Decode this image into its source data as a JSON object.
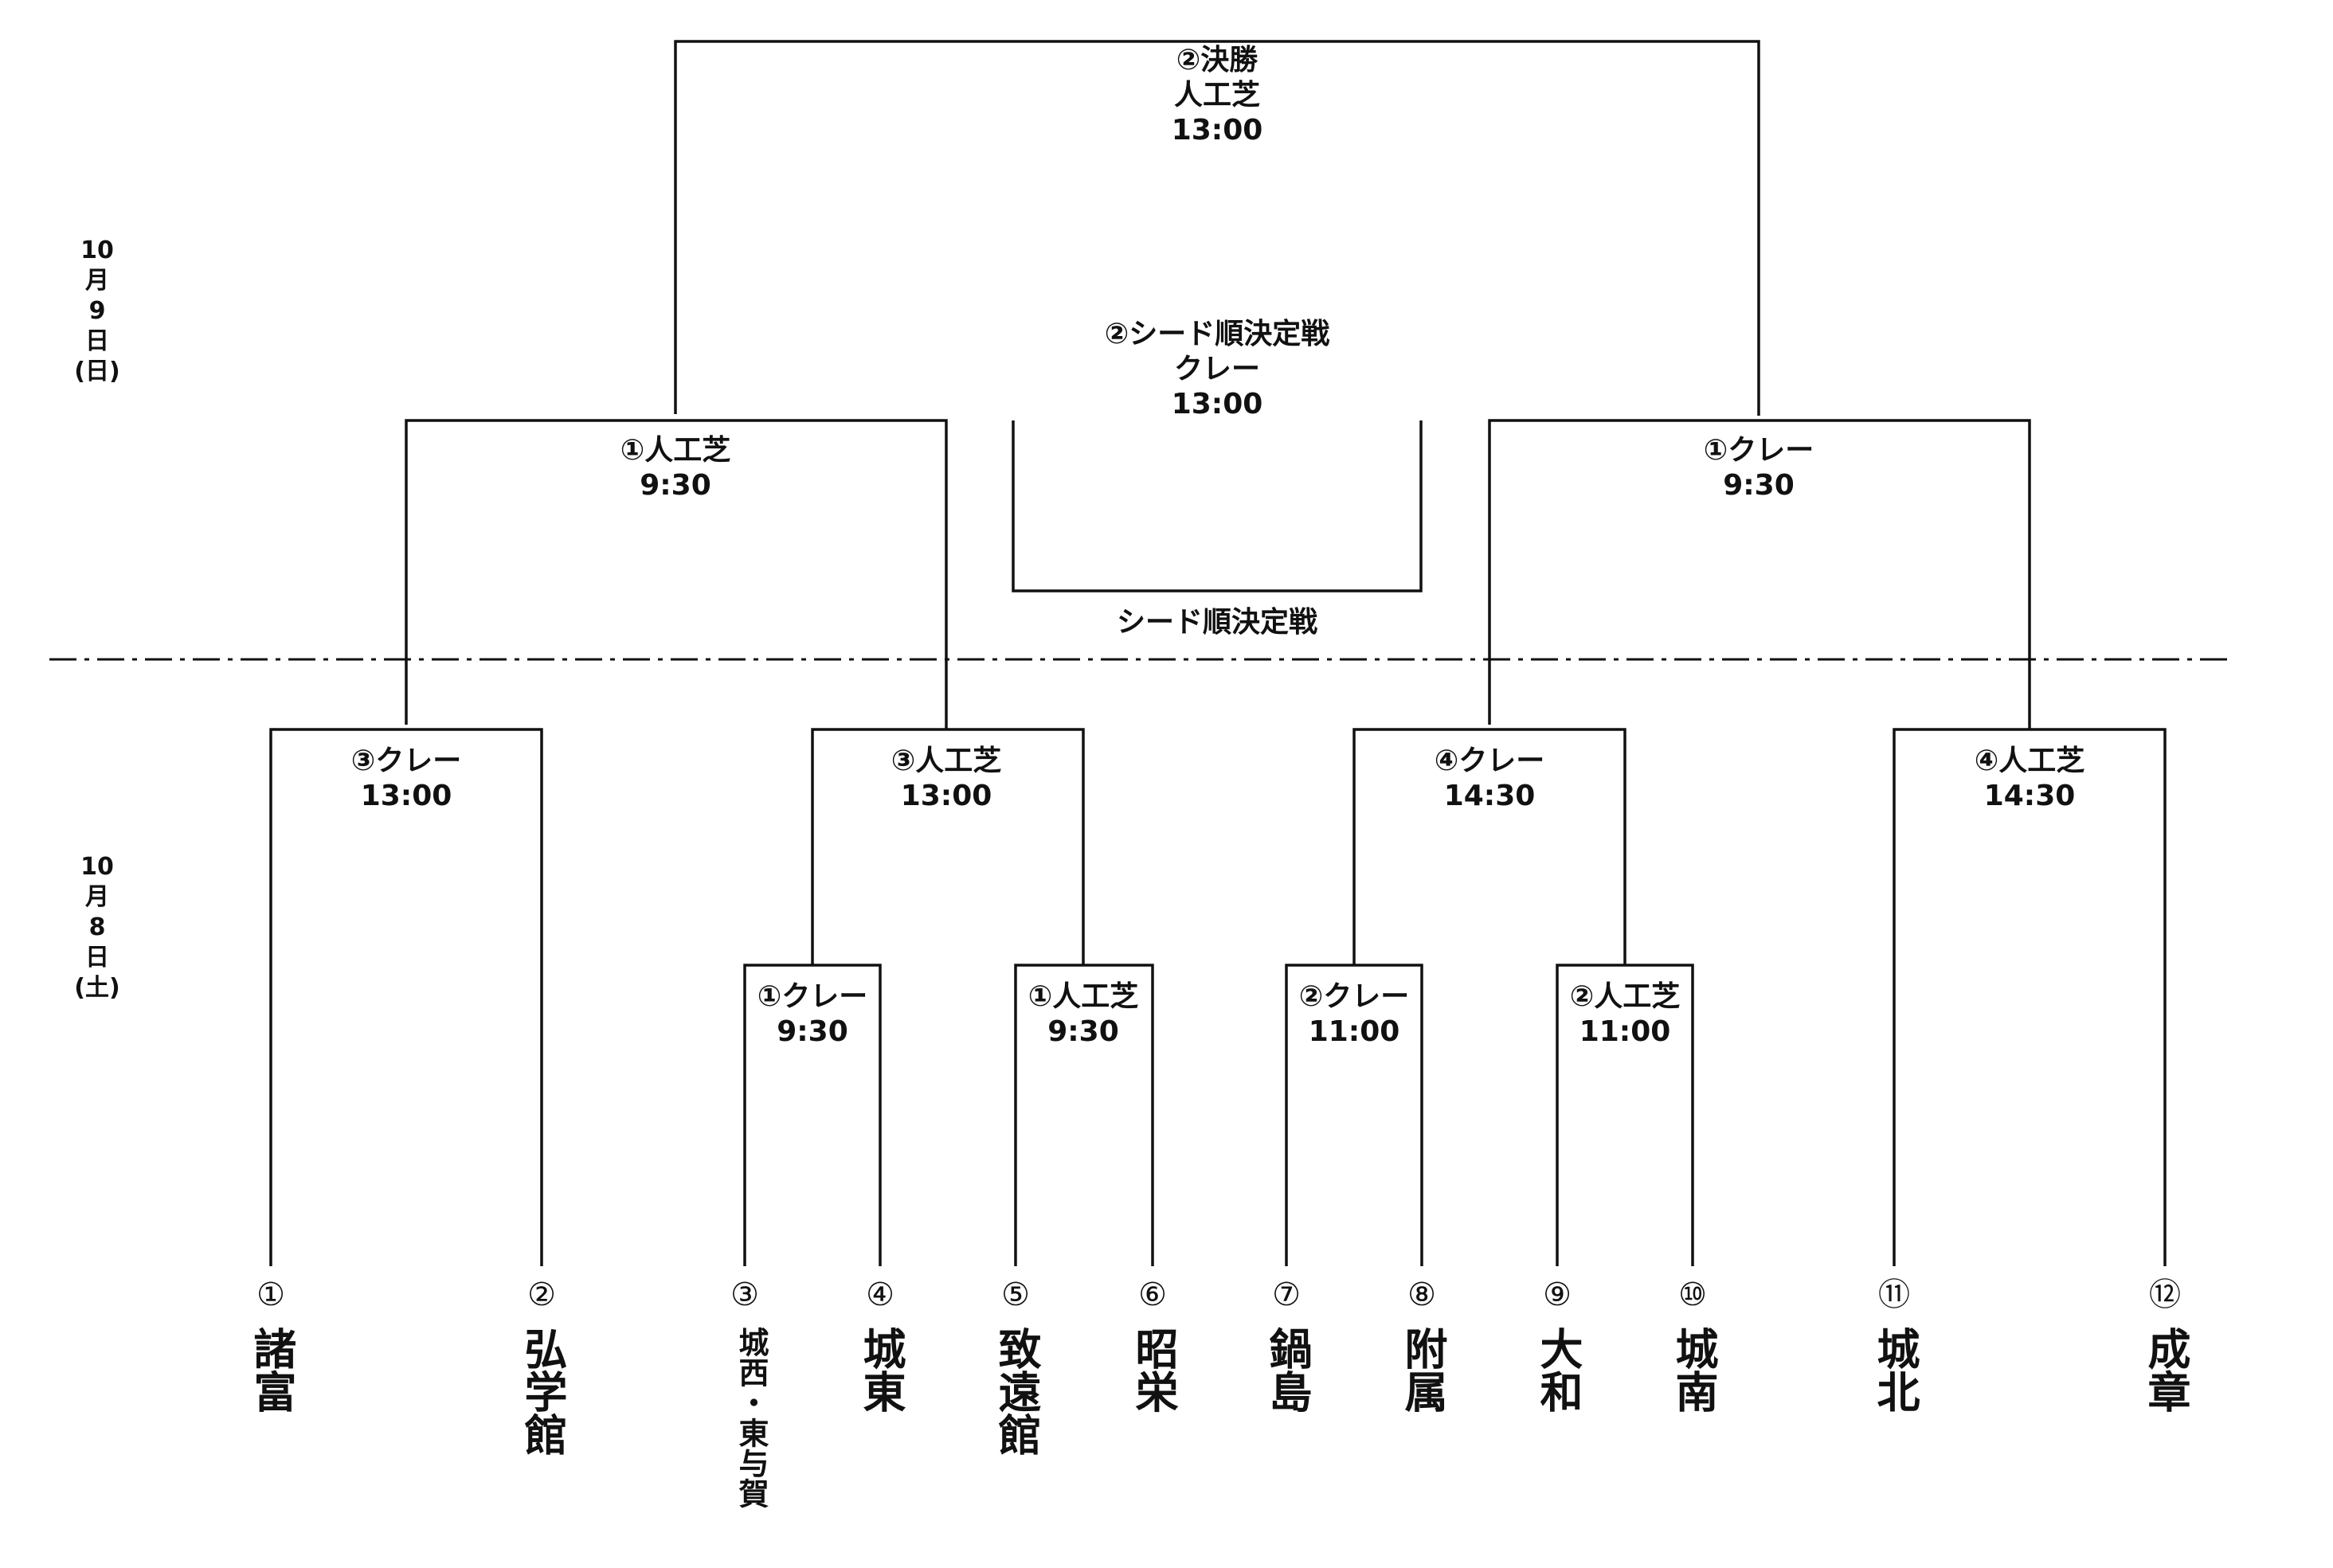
{
  "dates": {
    "day1": [
      "10",
      "月",
      "8",
      "日",
      "(土)"
    ],
    "day2": [
      "10",
      "月",
      "9",
      "日",
      "(日)"
    ]
  },
  "final": {
    "lines": [
      "②決勝",
      "人工芝",
      "13:00"
    ]
  },
  "seed_playoff_match": {
    "lines": [
      "②シード順決定戦",
      "クレー",
      "13:00"
    ]
  },
  "seed_playoff_label": "シード順決定戦",
  "semis": [
    {
      "lines": [
        "①人工芝",
        "9:30"
      ]
    },
    {
      "lines": [
        "①クレー",
        "9:30"
      ]
    }
  ],
  "quarters": [
    {
      "lines": [
        "③クレー",
        "13:00"
      ]
    },
    {
      "lines": [
        "③人工芝",
        "13:00"
      ]
    },
    {
      "lines": [
        "④クレー",
        "14:30"
      ]
    },
    {
      "lines": [
        "④人工芝",
        "14:30"
      ]
    }
  ],
  "first_round": [
    {
      "lines": [
        "①クレー",
        "9:30"
      ]
    },
    {
      "lines": [
        "①人工芝",
        "9:30"
      ]
    },
    {
      "lines": [
        "②クレー",
        "11:00"
      ]
    },
    {
      "lines": [
        "②人工芝",
        "11:00"
      ]
    }
  ],
  "teams": [
    {
      "num": "①",
      "name": "諸富"
    },
    {
      "num": "②",
      "name": "弘学館"
    },
    {
      "num": "③",
      "name": "城西・東与賀"
    },
    {
      "num": "④",
      "name": "城東"
    },
    {
      "num": "⑤",
      "name": "致遠館"
    },
    {
      "num": "⑥",
      "name": "昭栄"
    },
    {
      "num": "⑦",
      "name": "鍋島"
    },
    {
      "num": "⑧",
      "name": "附属"
    },
    {
      "num": "⑨",
      "name": "大和"
    },
    {
      "num": "⑩",
      "name": "城南"
    },
    {
      "num": "⑪",
      "name": "城北"
    },
    {
      "num": "⑫",
      "name": "成章"
    }
  ]
}
